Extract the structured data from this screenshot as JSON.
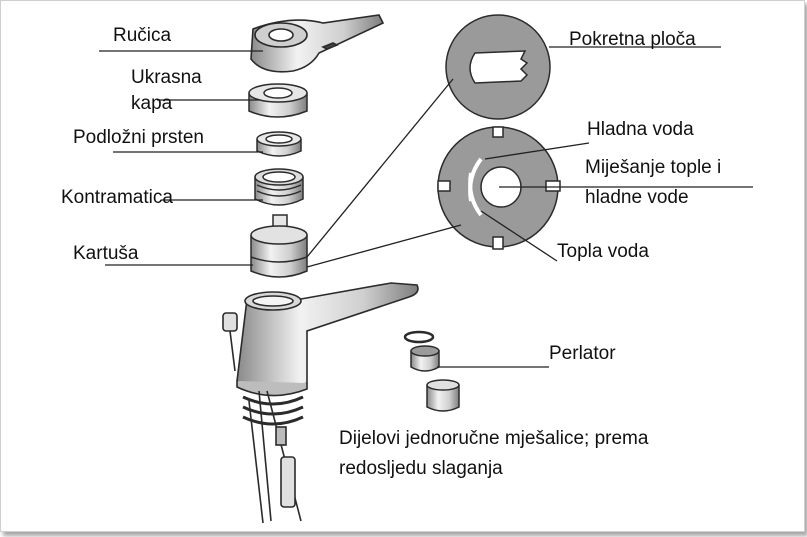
{
  "labels": {
    "rucica": "Ručica",
    "ukrasna_kapa_line1": "Ukrasna",
    "ukrasna_kapa_line2": "kapa",
    "podlozni_prsten": "Podložni prsten",
    "kontramatica": "Kontramatica",
    "kartusa": "Kartuša",
    "pokretna_ploca": "Pokretna ploča",
    "hladna_voda": "Hladna voda",
    "mijesanje_line1": "Miješanje tople i",
    "mijesanje_line2": "hladne vode",
    "topla_voda": "Topla voda",
    "perlator": "Perlator"
  },
  "caption": {
    "line1": "Dijelovi jednoručne mješalice; prema",
    "line2": "redosljedu slaganja"
  },
  "colors": {
    "part_fill": "#dcdcdc",
    "plate_fill": "#9a9a9a",
    "outline": "#2b2b2b",
    "text": "#111111"
  }
}
